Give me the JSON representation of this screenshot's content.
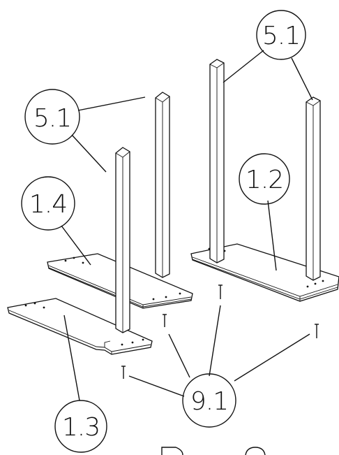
{
  "diagram": {
    "callouts": [
      {
        "id": "c51a",
        "label": "5.1"
      },
      {
        "id": "c51b",
        "label": "5.1"
      },
      {
        "id": "c12",
        "label": "1.2"
      },
      {
        "id": "c14",
        "label": "1.4"
      },
      {
        "id": "c13",
        "label": "1.3"
      },
      {
        "id": "c91",
        "label": "9.1"
      }
    ]
  }
}
